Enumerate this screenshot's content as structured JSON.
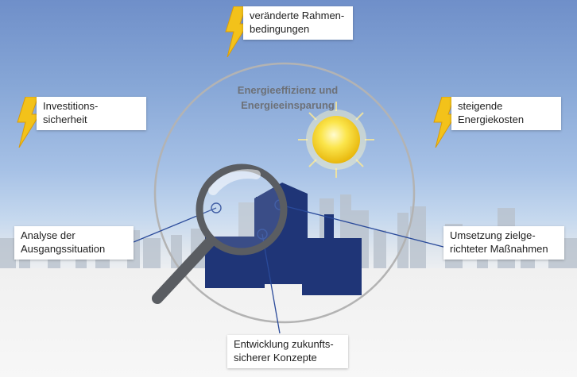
{
  "center_title": {
    "line1": "Energieeffizienz und",
    "line2": "Energieeinsparung"
  },
  "factors": [
    {
      "line1": "veränderte Rahmen-",
      "line2": "bedingungen"
    },
    {
      "line1": "Investitions-",
      "line2": "sicherheit"
    },
    {
      "line1": "steigende",
      "line2": "Energiekosten"
    }
  ],
  "steps": [
    {
      "line1": "Analyse der",
      "line2": "Ausgangssituation"
    },
    {
      "line1": "Umsetzung zielge-",
      "line2": "richteter Maßnahmen"
    },
    {
      "line1": "Entwicklung zukunfts-",
      "line2": "sicherer Konzepte"
    }
  ],
  "colors": {
    "building": "#1f3577",
    "bolt": "#f3c21a",
    "connector": "#2a4a9a",
    "circle": "#b3b3b3",
    "magnifier": "#5a5d62"
  },
  "icons": [
    "lightning-icon",
    "sun-icon",
    "magnifier-icon",
    "buildings-icon",
    "skyline"
  ]
}
